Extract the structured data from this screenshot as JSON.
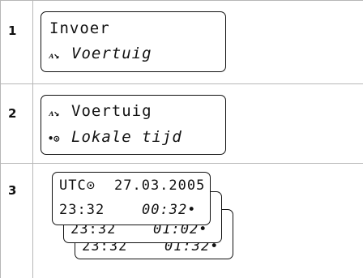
{
  "steps": [
    {
      "number": "1",
      "display": {
        "line1": "Invoer",
        "line2_icon": "ᴀ↘",
        "line2_text": "Voertuig"
      }
    },
    {
      "number": "2",
      "display": {
        "line1_icon": "ᴀ↘",
        "line1_text": "Voertuig",
        "line2_icon": "•⊙",
        "line2_text": "Lokale tijd"
      }
    },
    {
      "number": "3",
      "displays": [
        {
          "line1_label": "UTC⊙",
          "line1_date": "27.03.2005",
          "line2_utc": "23:32",
          "line2_local": "00:32•"
        },
        {
          "line2_utc": "23:32",
          "line2_local": "01:02•"
        },
        {
          "line2_utc": "23:32",
          "line2_local": "01:32•"
        }
      ]
    }
  ]
}
